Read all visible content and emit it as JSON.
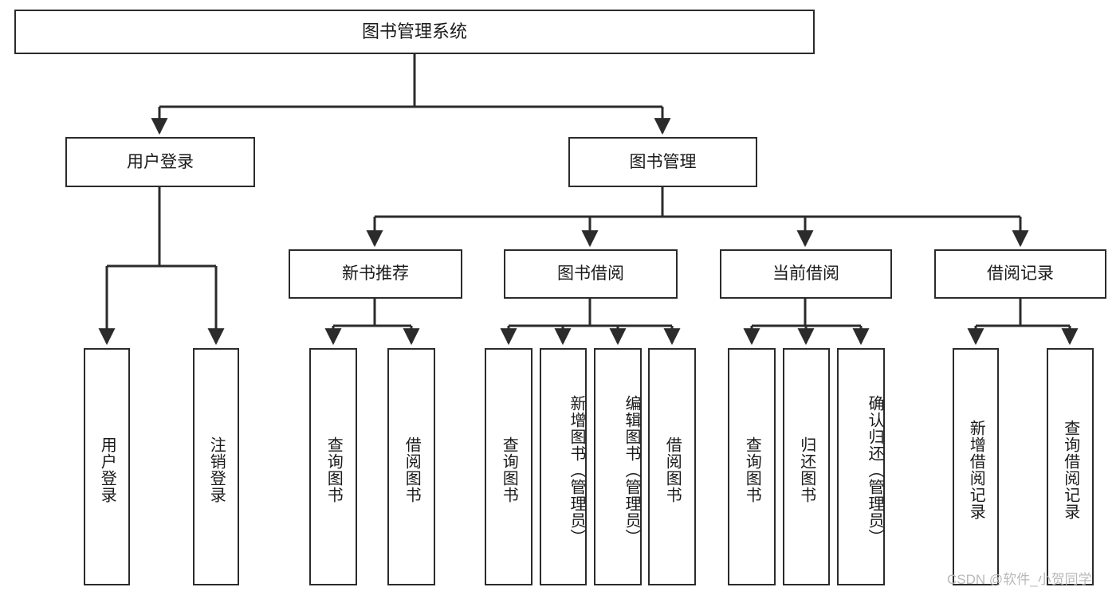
{
  "diagram": {
    "title": "图书管理系统",
    "type": "tree-hierarchy-chart",
    "orientation": "top-down",
    "colors": {
      "box_border": "#2b2b2b",
      "box_fill": "#ffffff",
      "edge": "#2b2b2b",
      "text": "#1a1a1a",
      "watermark": "#b9b9b9",
      "background": "#ffffff"
    }
  },
  "root": {
    "label": "图书管理系统"
  },
  "level2": [
    {
      "label": "用户登录"
    },
    {
      "label": "图书管理"
    }
  ],
  "level3": [
    {
      "label": "新书推荐"
    },
    {
      "label": "图书借阅"
    },
    {
      "label": "当前借阅"
    },
    {
      "label": "借阅记录"
    }
  ],
  "leaves": {
    "user_login": [
      {
        "label": "用户登录"
      },
      {
        "label": "注销登录"
      }
    ],
    "new_book_recommend": [
      {
        "label": "查询图书"
      },
      {
        "label": "借阅图书"
      }
    ],
    "book_borrow": [
      {
        "label": "查询图书"
      },
      {
        "label": "新增图书（管理员）"
      },
      {
        "label": "编辑图书（管理员）"
      },
      {
        "label": "借阅图书"
      }
    ],
    "current_borrow": [
      {
        "label": "查询图书"
      },
      {
        "label": "归还图书"
      },
      {
        "label": "确认归还（管理员）"
      }
    ],
    "borrow_record": [
      {
        "label": "新增借阅记录"
      },
      {
        "label": "查询借阅记录"
      }
    ]
  },
  "watermark": {
    "text": "CSDN @软件_小贺同学"
  }
}
